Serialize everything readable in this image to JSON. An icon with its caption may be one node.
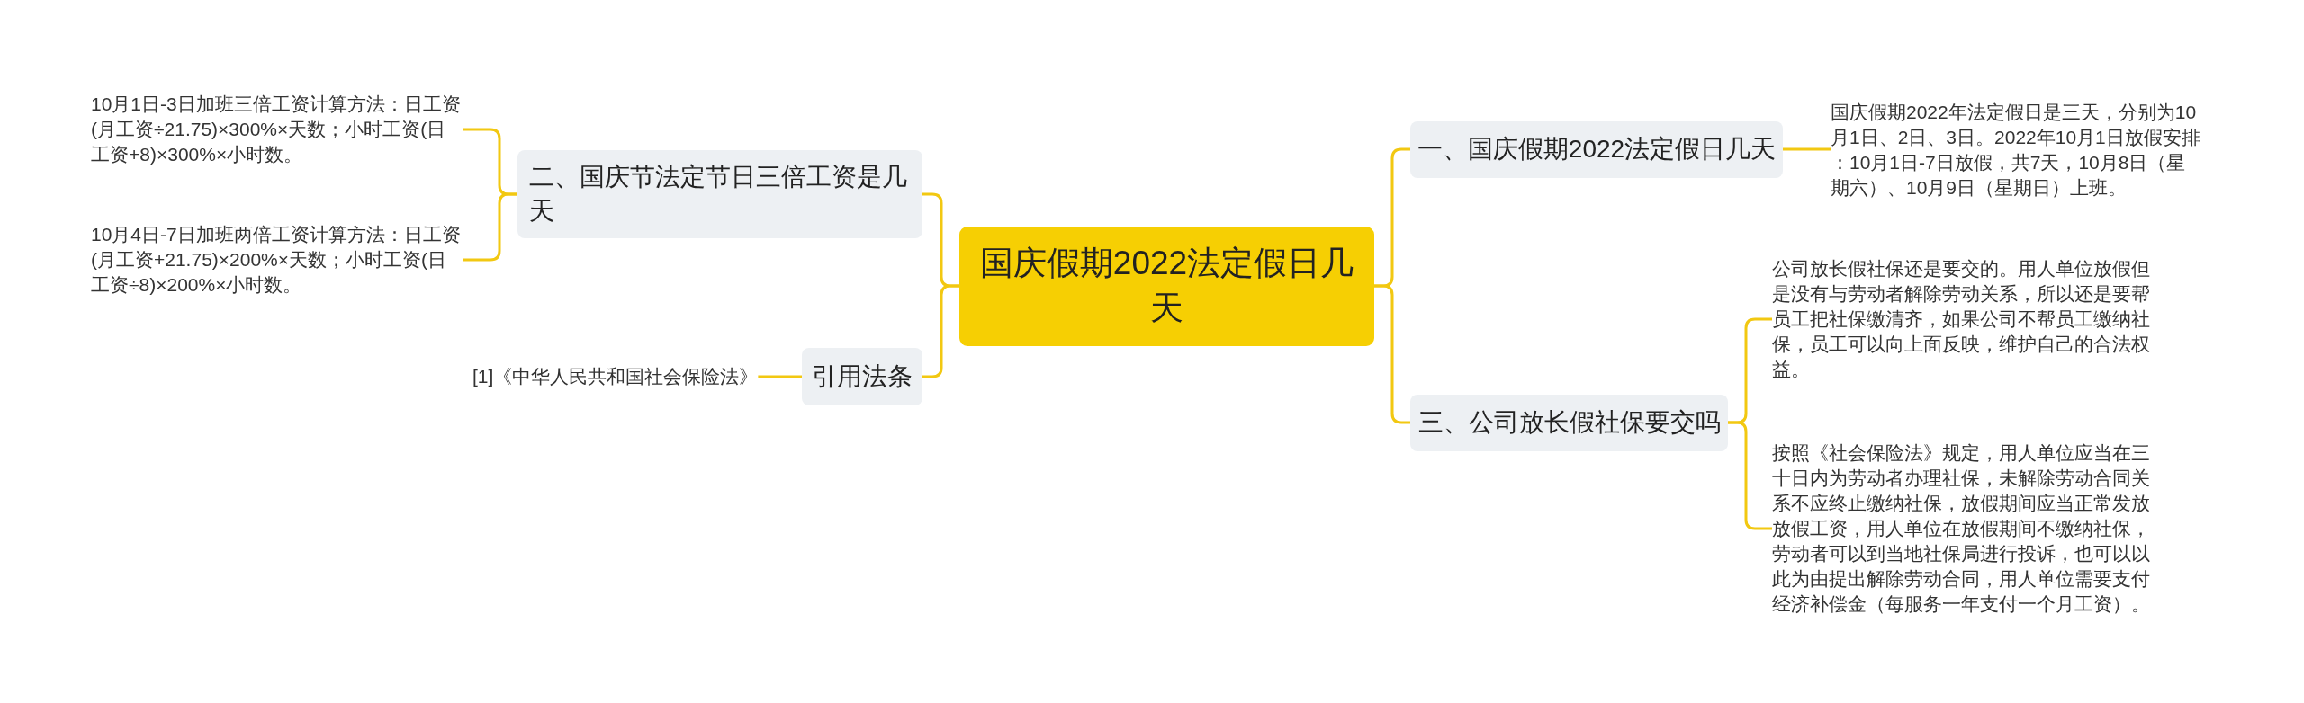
{
  "diagram": {
    "nodes": [
      {
        "text": [
          "国庆假期2022法定假日几天"
        ]
      },
      {
        "text": [
          "一、国庆假期2022法定假日几天"
        ]
      },
      {
        "text": [
          "国庆假期2022年法定假日是三天，分别为10月1日、2日、3日。2022年10月1日放假安排：10月1日-7日放假，共7天，10月8日（星期六）、10月9日（星期日）上班。"
        ]
      },
      {
        "text": [
          "三、公司放长假社保要交吗"
        ]
      },
      {
        "text": [
          "公司放长假社保还是要交的。用人单位放假但是没有与劳动者解除劳动关系，所以还是要帮员工把社保缴清齐，如果公司不帮员工缴纳社保，员工可以向上面反映，维护自己的合法权益。"
        ]
      },
      {
        "text": [
          "按照《社会保险法》规定，用人单位应当在三十日内为劳动者办理社保，未解除劳动合同关系不应终止缴纳社保，放假期间应当正常发放放假工资，用人单位在放假期间不缴纳社保，劳动者可以到当地社保局进行投诉，也可以以此为由提出解除劳动合同，用人单位需要支付经济补偿金（每服务一年支付一个月工资）。"
        ]
      },
      {
        "text": [
          "二、国庆节法定节日三倍工资是几天"
        ]
      },
      {
        "text": [
          "10月1日-3日加班三倍工资计算方法：日工资(月工资÷21.75)×300%×天数；小时工资(日工资+8)×300%×小时数。"
        ]
      },
      {
        "text": [
          "10月4日-7日加班两倍工资计算方法：日工资(月工资+21.75)×200%×天数；小时工资(日工资÷8)×200%×小时数。"
        ]
      },
      {
        "text": [
          "引用法条"
        ]
      },
      {
        "text": [
          "[1]《中华人民共和国社会保险法》"
        ]
      }
    ],
    "edges": [
      {
        "from": 0,
        "to": 1,
        "arrow": "none"
      },
      {
        "from": 1,
        "to": 2,
        "arrow": "none"
      },
      {
        "from": 0,
        "to": 3,
        "arrow": "none"
      },
      {
        "from": 3,
        "to": 4,
        "arrow": "none"
      },
      {
        "from": 3,
        "to": 5,
        "arrow": "none"
      },
      {
        "from": 0,
        "to": 6,
        "arrow": "none"
      },
      {
        "from": 6,
        "to": 7,
        "arrow": "none"
      },
      {
        "from": 6,
        "to": 8,
        "arrow": "none"
      },
      {
        "from": 0,
        "to": 9,
        "arrow": "none"
      },
      {
        "from": 9,
        "to": 10,
        "arrow": "none"
      }
    ]
  }
}
